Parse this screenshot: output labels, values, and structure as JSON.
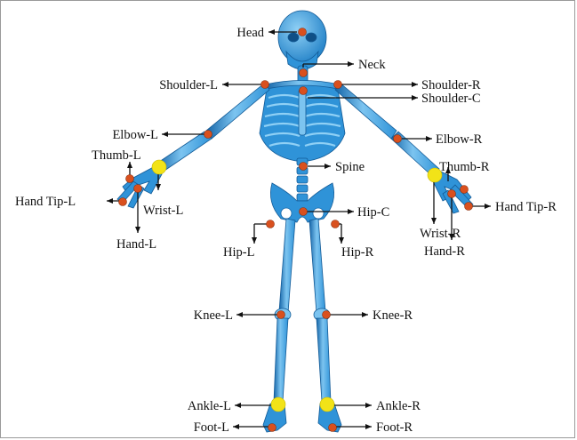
{
  "figure": {
    "colors": {
      "bone": "#2f93d8",
      "bone_light": "#7cc4f0",
      "bone_dark": "#1565a8",
      "joint": "#d9501e",
      "highlight_joint": "#f2e318",
      "arrow": "#111111",
      "background": "#ffffff"
    },
    "labels": {
      "head": "Head",
      "neck": "Neck",
      "shoulder_l": "Shoulder-L",
      "shoulder_r": "Shoulder-R",
      "shoulder_c": "Shoulder-C",
      "elbow_l": "Elbow-L",
      "elbow_r": "Elbow-R",
      "thumb_l": "Thumb-L",
      "thumb_r": "Thumb-R",
      "hand_tip_l": "Hand Tip-L",
      "hand_tip_r": "Hand Tip-R",
      "wrist_l": "Wrist-L",
      "wrist_r": "Wrist-R",
      "hand_l": "Hand-L",
      "hand_r": "Hand-R",
      "spine": "Spine",
      "hip_c": "Hip-C",
      "hip_l": "Hip-L",
      "hip_r": "Hip-R",
      "knee_l": "Knee-L",
      "knee_r": "Knee-R",
      "ankle_l": "Ankle-L",
      "ankle_r": "Ankle-R",
      "foot_l": "Foot-L",
      "foot_r": "Foot-R"
    }
  }
}
